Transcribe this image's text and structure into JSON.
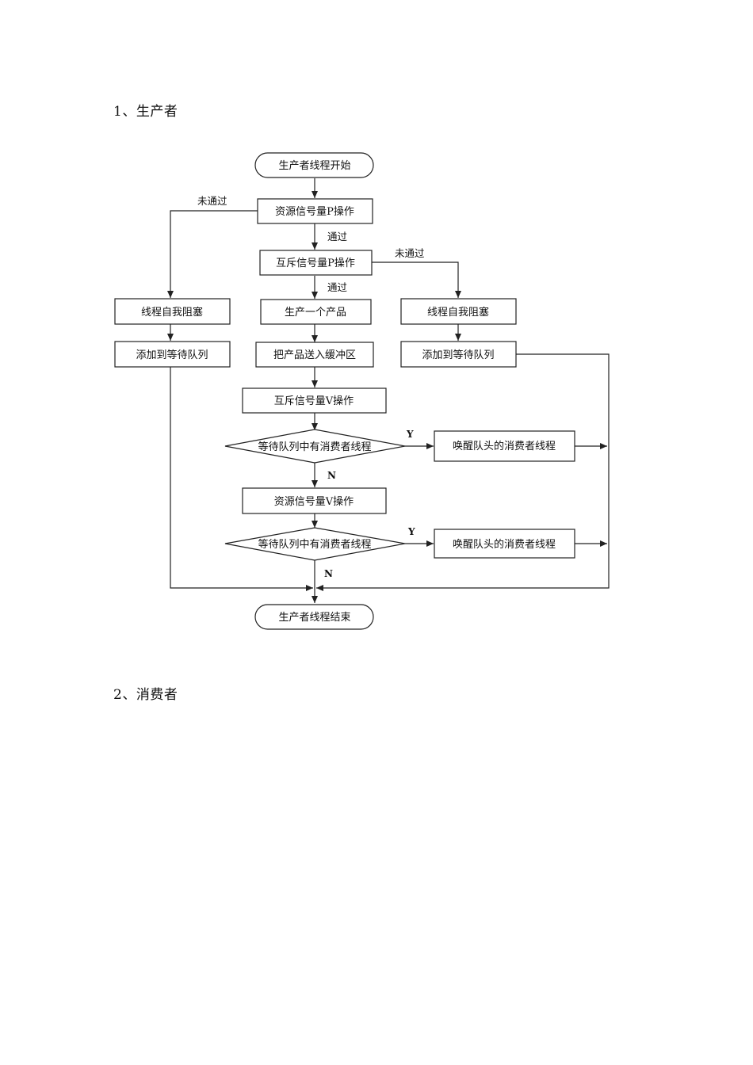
{
  "sections": {
    "producer_heading": "1、生产者",
    "consumer_heading": "2、消费者"
  },
  "flowchart": {
    "start": "生产者线程开始",
    "resource_p": "资源信号量P操作",
    "mutex_p": "互斥信号量P操作",
    "produce": "生产一个产品",
    "put_buffer": "把产品送入缓冲区",
    "mutex_v": "互斥信号量V操作",
    "check_wait_1": "等待队列中有消费者线程",
    "wake_1": "唤醒队头的消费者线程",
    "resource_v": "资源信号量V操作",
    "check_wait_2": "等待队列中有消费者线程",
    "wake_2": "唤醒队头的消费者线程",
    "end": "生产者线程结束",
    "block_left": "线程自我阻塞",
    "queue_left": "添加到等待队列",
    "block_right": "线程自我阻塞",
    "queue_right": "添加到等待队列",
    "edge_not_passed_1": "未通过",
    "edge_passed_1": "通过",
    "edge_not_passed_2": "未通过",
    "edge_passed_2": "通过",
    "yes_1": "Y",
    "no_1": "N",
    "yes_2": "Y",
    "no_2": "N"
  }
}
